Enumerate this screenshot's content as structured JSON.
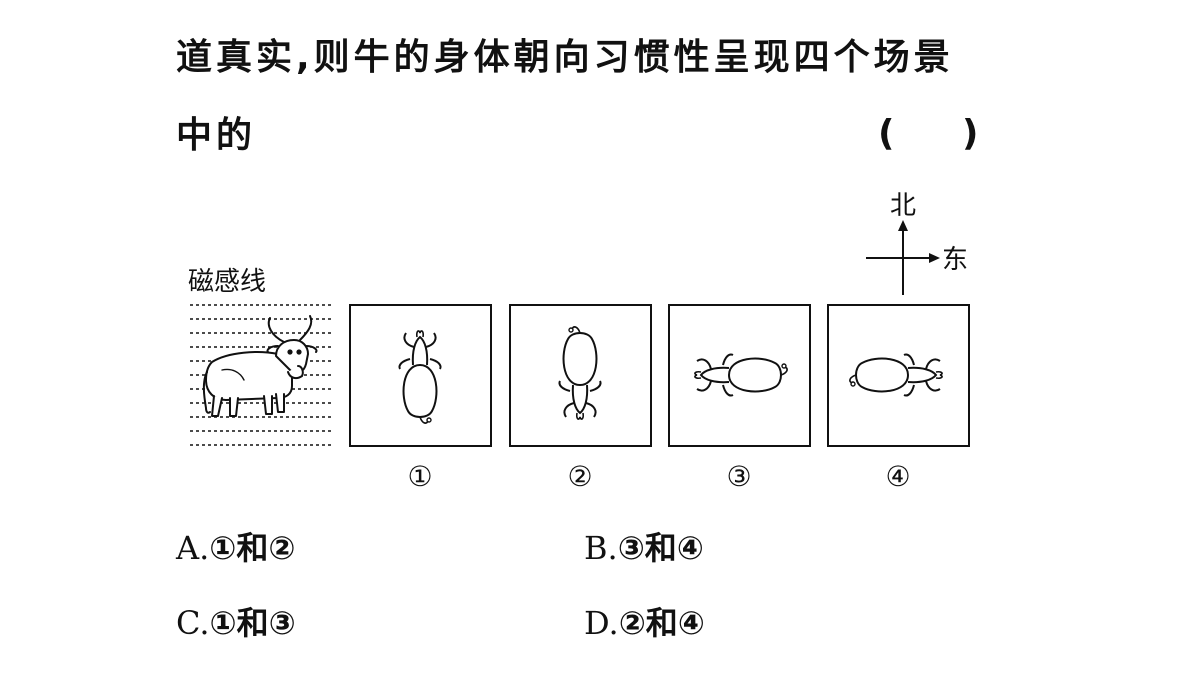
{
  "question": {
    "line1": "道真实,则牛的身体朝向习惯性呈现四个场景",
    "line2": "中的",
    "paren_open": "(",
    "paren_close": ")"
  },
  "figure": {
    "field_label": "磁感线",
    "compass": {
      "north": "北",
      "east": "东"
    },
    "scenes": [
      {
        "label": "①",
        "orientation": "head-north"
      },
      {
        "label": "②",
        "orientation": "head-south"
      },
      {
        "label": "③",
        "orientation": "head-west"
      },
      {
        "label": "④",
        "orientation": "head-east"
      }
    ]
  },
  "options": [
    {
      "letter": "A.",
      "text": "①和②"
    },
    {
      "letter": "B.",
      "text": "③和④"
    },
    {
      "letter": "C.",
      "text": "①和③"
    },
    {
      "letter": "D.",
      "text": "②和④"
    }
  ]
}
